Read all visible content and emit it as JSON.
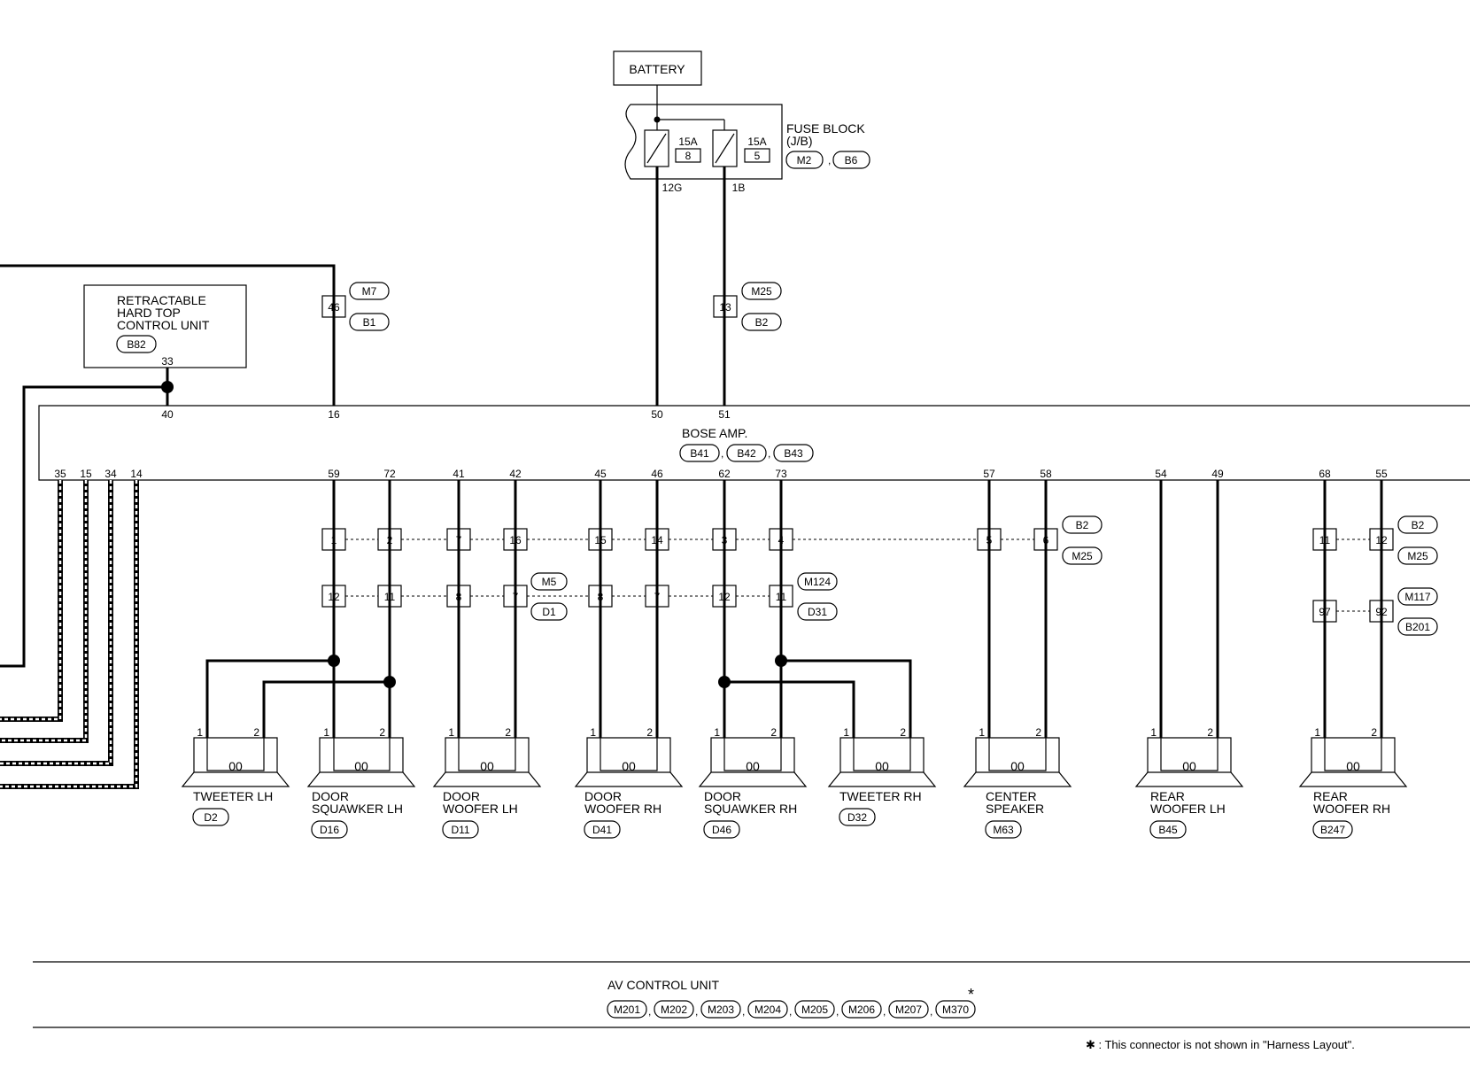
{
  "battery": {
    "label": "BATTERY"
  },
  "fuse_block": {
    "title": "FUSE BLOCK",
    "subtitle": "(J/B)",
    "connectors": [
      "M2",
      "B6"
    ],
    "fuses": [
      {
        "rating": "15A",
        "number": "8",
        "terminal": "12G"
      },
      {
        "rating": "15A",
        "number": "5",
        "terminal": "1B"
      }
    ]
  },
  "hard_top_unit": {
    "lines": [
      "RETRACTABLE",
      "HARD TOP",
      "CONTROL UNIT"
    ],
    "connector": "B82",
    "pin": "33"
  },
  "joint_connectors_top": [
    {
      "pin": "46",
      "connectors": [
        "M7",
        "B1"
      ]
    },
    {
      "pin": "13",
      "connectors": [
        "M25",
        "B2"
      ]
    }
  ],
  "amp": {
    "label": "BOSE AMP.",
    "connectors": [
      "B41",
      "B42",
      "B43"
    ],
    "top_pins": [
      "40",
      "16",
      "50",
      "51"
    ],
    "bottom_pins_left": [
      "35",
      "15",
      "34",
      "14"
    ],
    "bottom_pins": [
      "59",
      "72",
      "41",
      "42",
      "45",
      "46",
      "62",
      "73",
      "57",
      "58",
      "54",
      "49",
      "68",
      "55"
    ]
  },
  "row1_connectors": [
    "1",
    "2",
    "7",
    "16",
    "15",
    "14",
    "3",
    "4",
    "5",
    "6",
    "11",
    "12"
  ],
  "row1_tags": {
    "mid": [
      "B2",
      "M25"
    ],
    "right": [
      "B2",
      "M25"
    ]
  },
  "row2_connectors": [
    "12",
    "11",
    "8",
    "7",
    "8",
    "7",
    "12",
    "11"
  ],
  "row2_tags": {
    "a": [
      "M5",
      "D1"
    ],
    "b": [
      "M124",
      "D31"
    ]
  },
  "row3_connectors": [
    "97",
    "92"
  ],
  "row3_tags": [
    "M117",
    "B201"
  ],
  "speakers": [
    {
      "lines": [
        "TWEETER LH"
      ],
      "connector": "D2"
    },
    {
      "lines": [
        "DOOR",
        "SQUAWKER LH"
      ],
      "connector": "D16"
    },
    {
      "lines": [
        "DOOR",
        "WOOFER LH"
      ],
      "connector": "D11"
    },
    {
      "lines": [
        "DOOR",
        "WOOFER RH"
      ],
      "connector": "D41"
    },
    {
      "lines": [
        "DOOR",
        "SQUAWKER RH"
      ],
      "connector": "D46"
    },
    {
      "lines": [
        "TWEETER RH"
      ],
      "connector": "D32"
    },
    {
      "lines": [
        "CENTER",
        "SPEAKER"
      ],
      "connector": "M63"
    },
    {
      "lines": [
        "REAR",
        "WOOFER LH"
      ],
      "connector": "B45"
    },
    {
      "lines": [
        "REAR",
        "WOOFER RH"
      ],
      "connector": "B247"
    }
  ],
  "speaker_pins": [
    "1",
    "2"
  ],
  "coil_symbol": "00",
  "av_unit": {
    "label": "AV CONTROL UNIT",
    "connectors": [
      "M201",
      "M202",
      "M203",
      "M204",
      "M205",
      "M206",
      "M207",
      "M370"
    ],
    "asterisk": "*"
  },
  "footnote": "✱ : This connector is not shown in \"Harness Layout\"."
}
